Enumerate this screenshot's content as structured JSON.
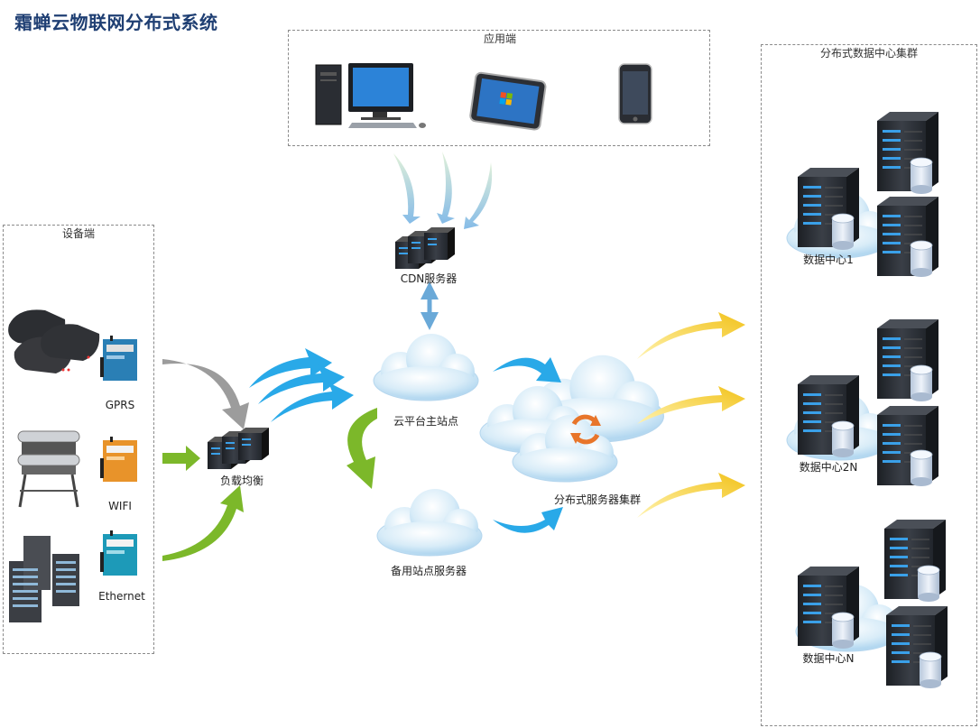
{
  "title": "霜蝉云物联网分布式系统",
  "groups": {
    "app": "应用端",
    "device": "设备端",
    "datacenter": "分布式数据中心集群"
  },
  "devices": {
    "gprs": "GPRS",
    "wifi": "WIFI",
    "ethernet": "Ethernet"
  },
  "nodes": {
    "cdn": "CDN服务器",
    "load_balancer": "负载均衡",
    "main_site": "云平台主站点",
    "backup_site": "备用站点服务器",
    "server_cluster": "分布式服务器集群"
  },
  "datacenters": [
    "数据中心1",
    "数据中心2N",
    "数据中心N"
  ],
  "colors": {
    "title": "#1f3f73",
    "arrow_blue": "#29a9e8",
    "arrow_green": "#7cb82a",
    "arrow_gray": "#9c9c9c",
    "arrow_yellow": "#f2c21a",
    "arrow_light_blue": "#8fc7ec",
    "sync_orange": "#e8752a"
  },
  "icons": [
    "desktop-computer-icon",
    "tablet-icon",
    "smartphone-icon",
    "server-icon",
    "cloud-icon",
    "database-icon",
    "modem-icon",
    "printer-icon",
    "server-rack-icon",
    "sync-icon"
  ]
}
